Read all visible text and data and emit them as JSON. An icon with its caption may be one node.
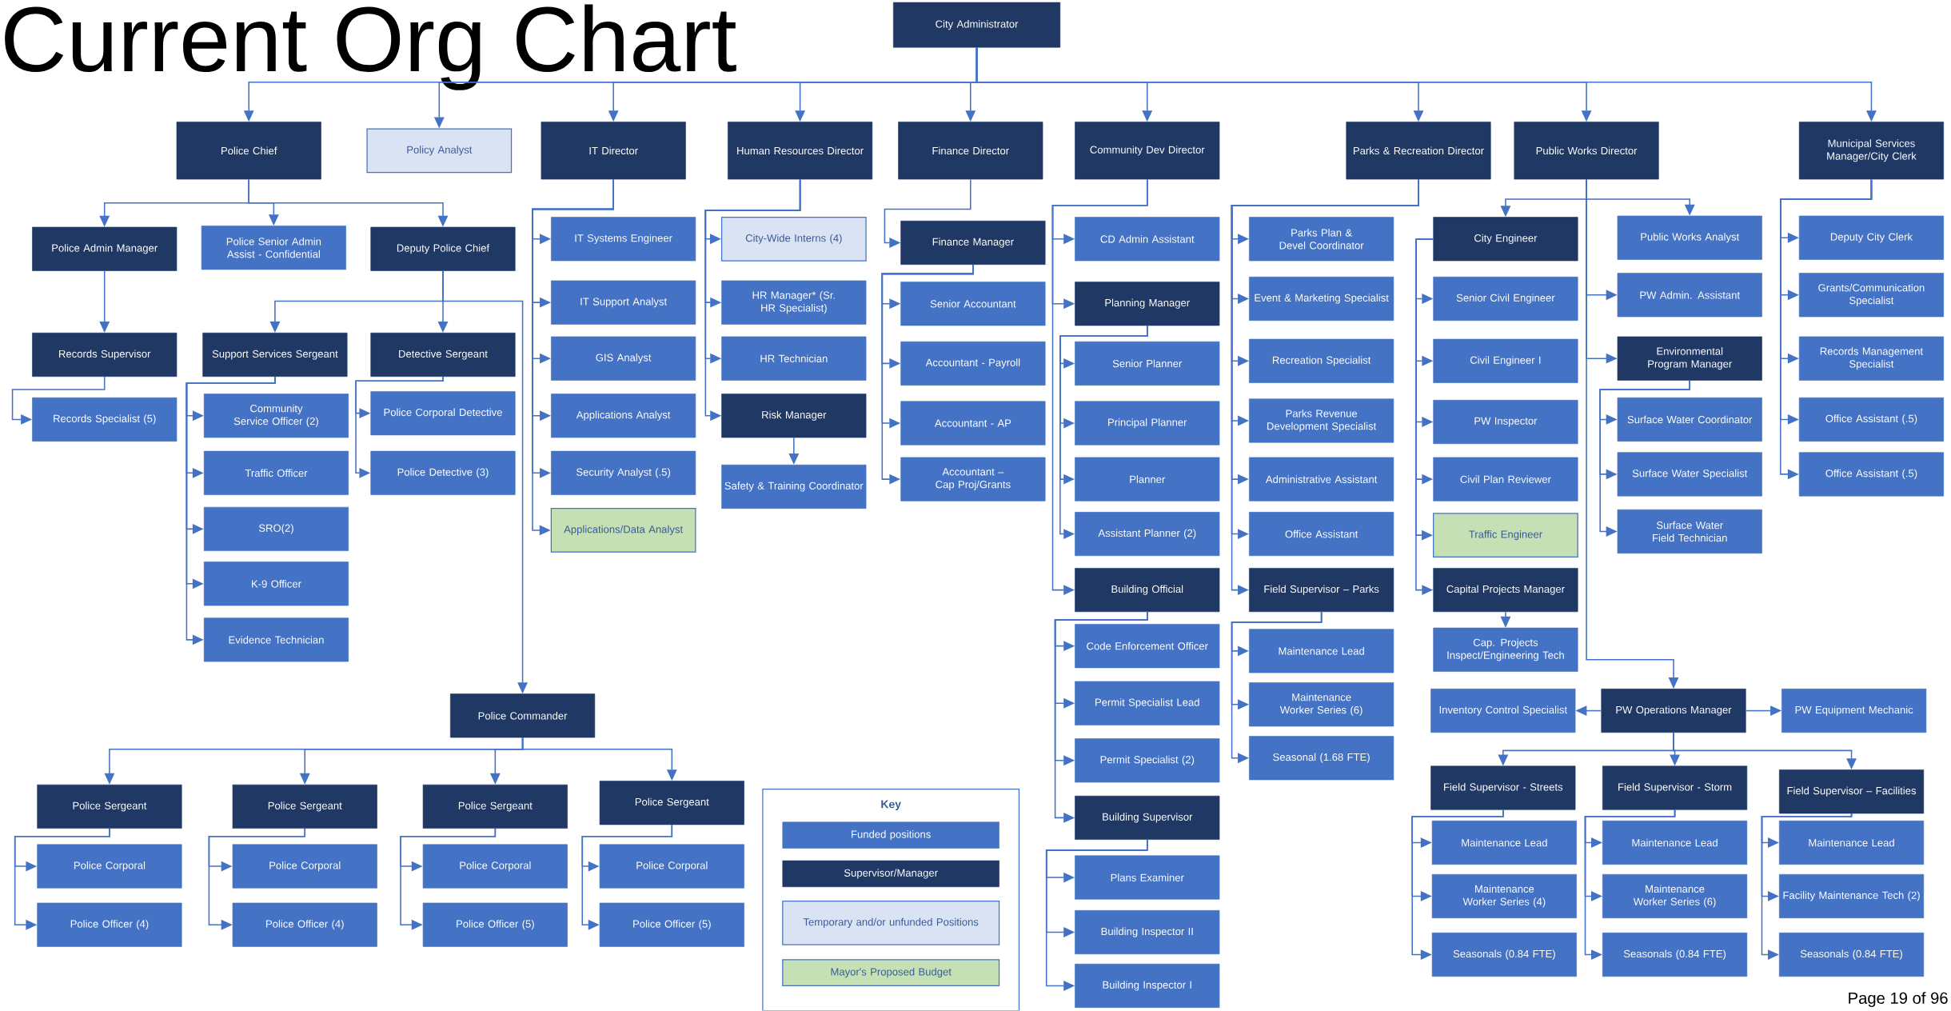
{
  "diagram": {
    "title": "Current Org Chart",
    "nodes": [
      {
        "text": [
          "City Administrator"
        ]
      },
      {
        "text": [
          "Police Chief"
        ]
      },
      {
        "text": [
          "Policy Analyst"
        ]
      },
      {
        "text": [
          "IT Director"
        ]
      },
      {
        "text": [
          "Human Resources Director"
        ]
      },
      {
        "text": [
          "Finance Director"
        ]
      },
      {
        "text": [
          "Community Dev Director"
        ]
      },
      {
        "text": [
          "Parks & Recreation Director"
        ]
      },
      {
        "text": [
          "Public Works Director"
        ]
      },
      {
        "text": [
          "Municipal Services Manager/City Clerk"
        ]
      },
      {
        "text": [
          "Police Admin Manager"
        ]
      },
      {
        "text": [
          "Police Senior Admin Assist - Confidential"
        ]
      },
      {
        "text": [
          "Deputy Police Chief"
        ]
      },
      {
        "text": [
          "Records Supervisor"
        ]
      },
      {
        "text": [
          "Support Services Sergeant"
        ]
      },
      {
        "text": [
          "Detective Sergeant"
        ]
      },
      {
        "text": [
          "Records Specialist (5)"
        ]
      },
      {
        "text": [
          "Community Service Officer (2)"
        ]
      },
      {
        "text": [
          "Police Corporal Detective"
        ]
      },
      {
        "text": [
          "Traffic Officer"
        ]
      },
      {
        "text": [
          "Police Detective (3)"
        ]
      },
      {
        "text": [
          "SRO(2)"
        ]
      },
      {
        "text": [
          "K-9 Officer"
        ]
      },
      {
        "text": [
          "Evidence Technician"
        ]
      },
      {
        "text": [
          "Police Commander"
        ]
      },
      {
        "text": [
          "Police Sergeant"
        ]
      },
      {
        "text": [
          "Police Sergeant"
        ]
      },
      {
        "text": [
          "Police Sergeant"
        ]
      },
      {
        "text": [
          "Police Sergeant"
        ]
      },
      {
        "text": [
          "Police Corporal"
        ]
      },
      {
        "text": [
          "Police Corporal"
        ]
      },
      {
        "text": [
          "Police Corporal"
        ]
      },
      {
        "text": [
          "Police Corporal"
        ]
      },
      {
        "text": [
          "Police Officer (4)"
        ]
      },
      {
        "text": [
          "Police Officer (4)"
        ]
      },
      {
        "text": [
          "Police Officer (5)"
        ]
      },
      {
        "text": [
          "Police Officer (5)"
        ]
      },
      {
        "text": [
          "IT Systems Engineer"
        ]
      },
      {
        "text": [
          "IT Support Analyst"
        ]
      },
      {
        "text": [
          "GIS Analyst"
        ]
      },
      {
        "text": [
          "Applications Analyst"
        ]
      },
      {
        "text": [
          "Security Analyst (.5)"
        ]
      },
      {
        "text": [
          "Applications/Data Analyst"
        ]
      },
      {
        "text": [
          "City-Wide Interns (4)"
        ]
      },
      {
        "text": [
          "HR Manager* (Sr. HR Specialist)"
        ]
      },
      {
        "text": [
          "HR Technician"
        ]
      },
      {
        "text": [
          "Risk Manager"
        ]
      },
      {
        "text": [
          "Safety & Training Coordinator"
        ]
      },
      {
        "text": [
          "Finance Manager"
        ]
      },
      {
        "text": [
          "Senior Accountant"
        ]
      },
      {
        "text": [
          "Accountant - Payroll"
        ]
      },
      {
        "text": [
          "Accountant - AP"
        ]
      },
      {
        "text": [
          "Accountant – Cap Proj/Grants"
        ]
      },
      {
        "text": [
          "CD Admin Assistant"
        ]
      },
      {
        "text": [
          "Planning Manager"
        ]
      },
      {
        "text": [
          "Senior Planner"
        ]
      },
      {
        "text": [
          "Principal Planner"
        ]
      },
      {
        "text": [
          "Planner"
        ]
      },
      {
        "text": [
          "Assistant Planner (2)"
        ]
      },
      {
        "text": [
          "Building Official"
        ]
      },
      {
        "text": [
          "Code Enforcement Officer"
        ]
      },
      {
        "text": [
          "Permit Specialist Lead"
        ]
      },
      {
        "text": [
          "Permit Specialist (2)"
        ]
      },
      {
        "text": [
          "Building Supervisor"
        ]
      },
      {
        "text": [
          "Plans Examiner"
        ]
      },
      {
        "text": [
          "Building Inspector II"
        ]
      },
      {
        "text": [
          "Building Inspector I"
        ]
      },
      {
        "text": [
          "Parks Plan & Devel Coordinator"
        ]
      },
      {
        "text": [
          "Event & Marketing Specialist"
        ]
      },
      {
        "text": [
          "Recreation Specialist"
        ]
      },
      {
        "text": [
          "Parks Revenue Development Specialist"
        ]
      },
      {
        "text": [
          "Administrative Assistant"
        ]
      },
      {
        "text": [
          "Office Assistant"
        ]
      },
      {
        "text": [
          "Field Supervisor – Parks"
        ]
      },
      {
        "text": [
          "Maintenance Lead"
        ]
      },
      {
        "text": [
          "Maintenance Worker Series (6)"
        ]
      },
      {
        "text": [
          "Seasonal (1.68 FTE)"
        ]
      },
      {
        "text": [
          "City Engineer"
        ]
      },
      {
        "text": [
          "Senior Civil Engineer"
        ]
      },
      {
        "text": [
          "Civil Engineer I"
        ]
      },
      {
        "text": [
          "PW Inspector"
        ]
      },
      {
        "text": [
          "Civil Plan Reviewer"
        ]
      },
      {
        "text": [
          "Traffic Engineer"
        ]
      },
      {
        "text": [
          "Capital Projects Manager"
        ]
      },
      {
        "text": [
          "Cap. Projects Inspect/Engineering Tech"
        ]
      },
      {
        "text": [
          "Public Works Analyst"
        ]
      },
      {
        "text": [
          "PW Admin. Assistant"
        ]
      },
      {
        "text": [
          "Environmental Program Manager"
        ]
      },
      {
        "text": [
          "Surface Water Coordinator"
        ]
      },
      {
        "text": [
          "Surface Water Specialist"
        ]
      },
      {
        "text": [
          "Surface Water Field Technician"
        ]
      },
      {
        "text": [
          "PW Operations Manager"
        ]
      },
      {
        "text": [
          "Inventory Control Specialist"
        ]
      },
      {
        "text": [
          "PW Equipment Mechanic"
        ]
      },
      {
        "text": [
          "Field Supervisor - Streets"
        ]
      },
      {
        "text": [
          "Field Supervisor - Storm"
        ]
      },
      {
        "text": [
          "Field Supervisor – Facilities"
        ]
      },
      {
        "text": [
          "Maintenance Lead"
        ]
      },
      {
        "text": [
          "Maintenance Worker Series (4)"
        ]
      },
      {
        "text": [
          "Seasonals (0.84 FTE)"
        ]
      },
      {
        "text": [
          "Maintenance Lead"
        ]
      },
      {
        "text": [
          "Maintenance Worker Series (6)"
        ]
      },
      {
        "text": [
          "Seasonals (0.84 FTE)"
        ]
      },
      {
        "text": [
          "Maintenance Lead"
        ]
      },
      {
        "text": [
          "Facility Maintenance Tech (2)"
        ]
      },
      {
        "text": [
          "Seasonals (0.84 FTE)"
        ]
      },
      {
        "text": [
          "Deputy City Clerk"
        ]
      },
      {
        "text": [
          "Grants/Communication Specialist"
        ]
      },
      {
        "text": [
          "Records Management Specialist"
        ]
      },
      {
        "text": [
          "Office Assistant (.5)"
        ]
      },
      {
        "text": [
          "Office Assistant (.5)"
        ]
      }
    ],
    "edges": [
      {
        "from": 0,
        "to": 1,
        "arrow": "to"
      },
      {
        "from": 0,
        "to": 2,
        "arrow": "to"
      },
      {
        "from": 0,
        "to": 3,
        "arrow": "to"
      },
      {
        "from": 0,
        "to": 4,
        "arrow": "to"
      },
      {
        "from": 0,
        "to": 5,
        "arrow": "to"
      },
      {
        "from": 0,
        "to": 6,
        "arrow": "to"
      },
      {
        "from": 0,
        "to": 7,
        "arrow": "to"
      },
      {
        "from": 0,
        "to": 8,
        "arrow": "to"
      },
      {
        "from": 0,
        "to": 9,
        "arrow": "to"
      },
      {
        "from": 1,
        "to": 10,
        "arrow": "to"
      },
      {
        "from": 1,
        "to": 11,
        "arrow": "to"
      },
      {
        "from": 1,
        "to": 12,
        "arrow": "to"
      },
      {
        "from": 10,
        "to": 13,
        "arrow": "to"
      },
      {
        "from": 13,
        "to": 16,
        "arrow": "to"
      },
      {
        "from": 12,
        "to": 14,
        "arrow": "to"
      },
      {
        "from": 12,
        "to": 15,
        "arrow": "to"
      },
      {
        "from": 12,
        "to": 24,
        "arrow": "to"
      },
      {
        "from": 14,
        "to": 17,
        "arrow": "to"
      },
      {
        "from": 14,
        "to": 19,
        "arrow": "to"
      },
      {
        "from": 14,
        "to": 21,
        "arrow": "to"
      },
      {
        "from": 14,
        "to": 22,
        "arrow": "to"
      },
      {
        "from": 14,
        "to": 23,
        "arrow": "to"
      },
      {
        "from": 15,
        "to": 18,
        "arrow": "to"
      },
      {
        "from": 15,
        "to": 20,
        "arrow": "to"
      },
      {
        "from": 24,
        "to": 25,
        "arrow": "to"
      },
      {
        "from": 24,
        "to": 26,
        "arrow": "to"
      },
      {
        "from": 24,
        "to": 27,
        "arrow": "to"
      },
      {
        "from": 24,
        "to": 28,
        "arrow": "to"
      },
      {
        "from": 25,
        "to": 29,
        "arrow": "to"
      },
      {
        "from": 25,
        "to": 33,
        "arrow": "to"
      },
      {
        "from": 26,
        "to": 30,
        "arrow": "to"
      },
      {
        "from": 26,
        "to": 34,
        "arrow": "to"
      },
      {
        "from": 27,
        "to": 31,
        "arrow": "to"
      },
      {
        "from": 27,
        "to": 35,
        "arrow": "to"
      },
      {
        "from": 28,
        "to": 32,
        "arrow": "to"
      },
      {
        "from": 28,
        "to": 36,
        "arrow": "to"
      },
      {
        "from": 3,
        "to": 37,
        "arrow": "to"
      },
      {
        "from": 3,
        "to": 38,
        "arrow": "to"
      },
      {
        "from": 3,
        "to": 39,
        "arrow": "to"
      },
      {
        "from": 3,
        "to": 40,
        "arrow": "to"
      },
      {
        "from": 3,
        "to": 41,
        "arrow": "to"
      },
      {
        "from": 3,
        "to": 42,
        "arrow": "to"
      },
      {
        "from": 4,
        "to": 43,
        "arrow": "to"
      },
      {
        "from": 4,
        "to": 44,
        "arrow": "to"
      },
      {
        "from": 4,
        "to": 45,
        "arrow": "to"
      },
      {
        "from": 4,
        "to": 46,
        "arrow": "to"
      },
      {
        "from": 46,
        "to": 47,
        "arrow": "to"
      },
      {
        "from": 5,
        "to": 48,
        "arrow": "to"
      },
      {
        "from": 48,
        "to": 49,
        "arrow": "to"
      },
      {
        "from": 48,
        "to": 50,
        "arrow": "to"
      },
      {
        "from": 48,
        "to": 51,
        "arrow": "to"
      },
      {
        "from": 48,
        "to": 52,
        "arrow": "to"
      },
      {
        "from": 6,
        "to": 53,
        "arrow": "to"
      },
      {
        "from": 6,
        "to": 54,
        "arrow": "to"
      },
      {
        "from": 6,
        "to": 59,
        "arrow": "to"
      },
      {
        "from": 54,
        "to": 55,
        "arrow": "to"
      },
      {
        "from": 54,
        "to": 56,
        "arrow": "to"
      },
      {
        "from": 54,
        "to": 57,
        "arrow": "to"
      },
      {
        "from": 54,
        "to": 58,
        "arrow": "to"
      },
      {
        "from": 59,
        "to": 60,
        "arrow": "to"
      },
      {
        "from": 59,
        "to": 61,
        "arrow": "to"
      },
      {
        "from": 59,
        "to": 62,
        "arrow": "to"
      },
      {
        "from": 59,
        "to": 63,
        "arrow": "to"
      },
      {
        "from": 63,
        "to": 64,
        "arrow": "to"
      },
      {
        "from": 63,
        "to": 65,
        "arrow": "to"
      },
      {
        "from": 63,
        "to": 66,
        "arrow": "to"
      },
      {
        "from": 7,
        "to": 67,
        "arrow": "to"
      },
      {
        "from": 7,
        "to": 68,
        "arrow": "to"
      },
      {
        "from": 7,
        "to": 69,
        "arrow": "to"
      },
      {
        "from": 7,
        "to": 70,
        "arrow": "to"
      },
      {
        "from": 7,
        "to": 71,
        "arrow": "to"
      },
      {
        "from": 7,
        "to": 72,
        "arrow": "to"
      },
      {
        "from": 7,
        "to": 73,
        "arrow": "to"
      },
      {
        "from": 73,
        "to": 74,
        "arrow": "to"
      },
      {
        "from": 73,
        "to": 75,
        "arrow": "to"
      },
      {
        "from": 73,
        "to": 76,
        "arrow": "to"
      },
      {
        "from": 8,
        "to": 77,
        "arrow": "to"
      },
      {
        "from": 8,
        "to": 85,
        "arrow": "to"
      },
      {
        "from": 8,
        "to": 86,
        "arrow": "to"
      },
      {
        "from": 8,
        "to": 87,
        "arrow": "to"
      },
      {
        "from": 8,
        "to": 91,
        "arrow": "to"
      },
      {
        "from": 77,
        "to": 78,
        "arrow": "to"
      },
      {
        "from": 77,
        "to": 79,
        "arrow": "to"
      },
      {
        "from": 77,
        "to": 80,
        "arrow": "to"
      },
      {
        "from": 77,
        "to": 81,
        "arrow": "to"
      },
      {
        "from": 77,
        "to": 82,
        "arrow": "to"
      },
      {
        "from": 77,
        "to": 83,
        "arrow": "to"
      },
      {
        "from": 83,
        "to": 84,
        "arrow": "to"
      },
      {
        "from": 87,
        "to": 88,
        "arrow": "to"
      },
      {
        "from": 87,
        "to": 89,
        "arrow": "to"
      },
      {
        "from": 87,
        "to": 90,
        "arrow": "to"
      },
      {
        "from": 91,
        "to": 92,
        "arrow": "to"
      },
      {
        "from": 91,
        "to": 93,
        "arrow": "to"
      },
      {
        "from": 91,
        "to": 94,
        "arrow": "to"
      },
      {
        "from": 91,
        "to": 95,
        "arrow": "to"
      },
      {
        "from": 91,
        "to": 96,
        "arrow": "to"
      },
      {
        "from": 94,
        "to": 97,
        "arrow": "to"
      },
      {
        "from": 94,
        "to": 98,
        "arrow": "to"
      },
      {
        "from": 94,
        "to": 99,
        "arrow": "to"
      },
      {
        "from": 95,
        "to": 100,
        "arrow": "to"
      },
      {
        "from": 95,
        "to": 101,
        "arrow": "to"
      },
      {
        "from": 95,
        "to": 102,
        "arrow": "to"
      },
      {
        "from": 96,
        "to": 103,
        "arrow": "to"
      },
      {
        "from": 96,
        "to": 104,
        "arrow": "to"
      },
      {
        "from": 96,
        "to": 105,
        "arrow": "to"
      },
      {
        "from": 9,
        "to": 106,
        "arrow": "to"
      },
      {
        "from": 9,
        "to": 107,
        "arrow": "to"
      },
      {
        "from": 9,
        "to": 108,
        "arrow": "to"
      },
      {
        "from": 9,
        "to": 109,
        "arrow": "to"
      },
      {
        "from": 9,
        "to": 110,
        "arrow": "to"
      }
    ],
    "labels": [
      "Key",
      "Page 19 of 96"
    ],
    "legend": [
      {
        "text": "Funded positions",
        "color": "#4472c4"
      },
      {
        "text": "Supervisor/Manager",
        "color": "#203864"
      },
      {
        "text": "Temporary and/or unfunded Positions",
        "color": "#dae3f3"
      },
      {
        "text": "Mayor's Proposed Budget",
        "color": "#c5e0b4"
      }
    ]
  }
}
